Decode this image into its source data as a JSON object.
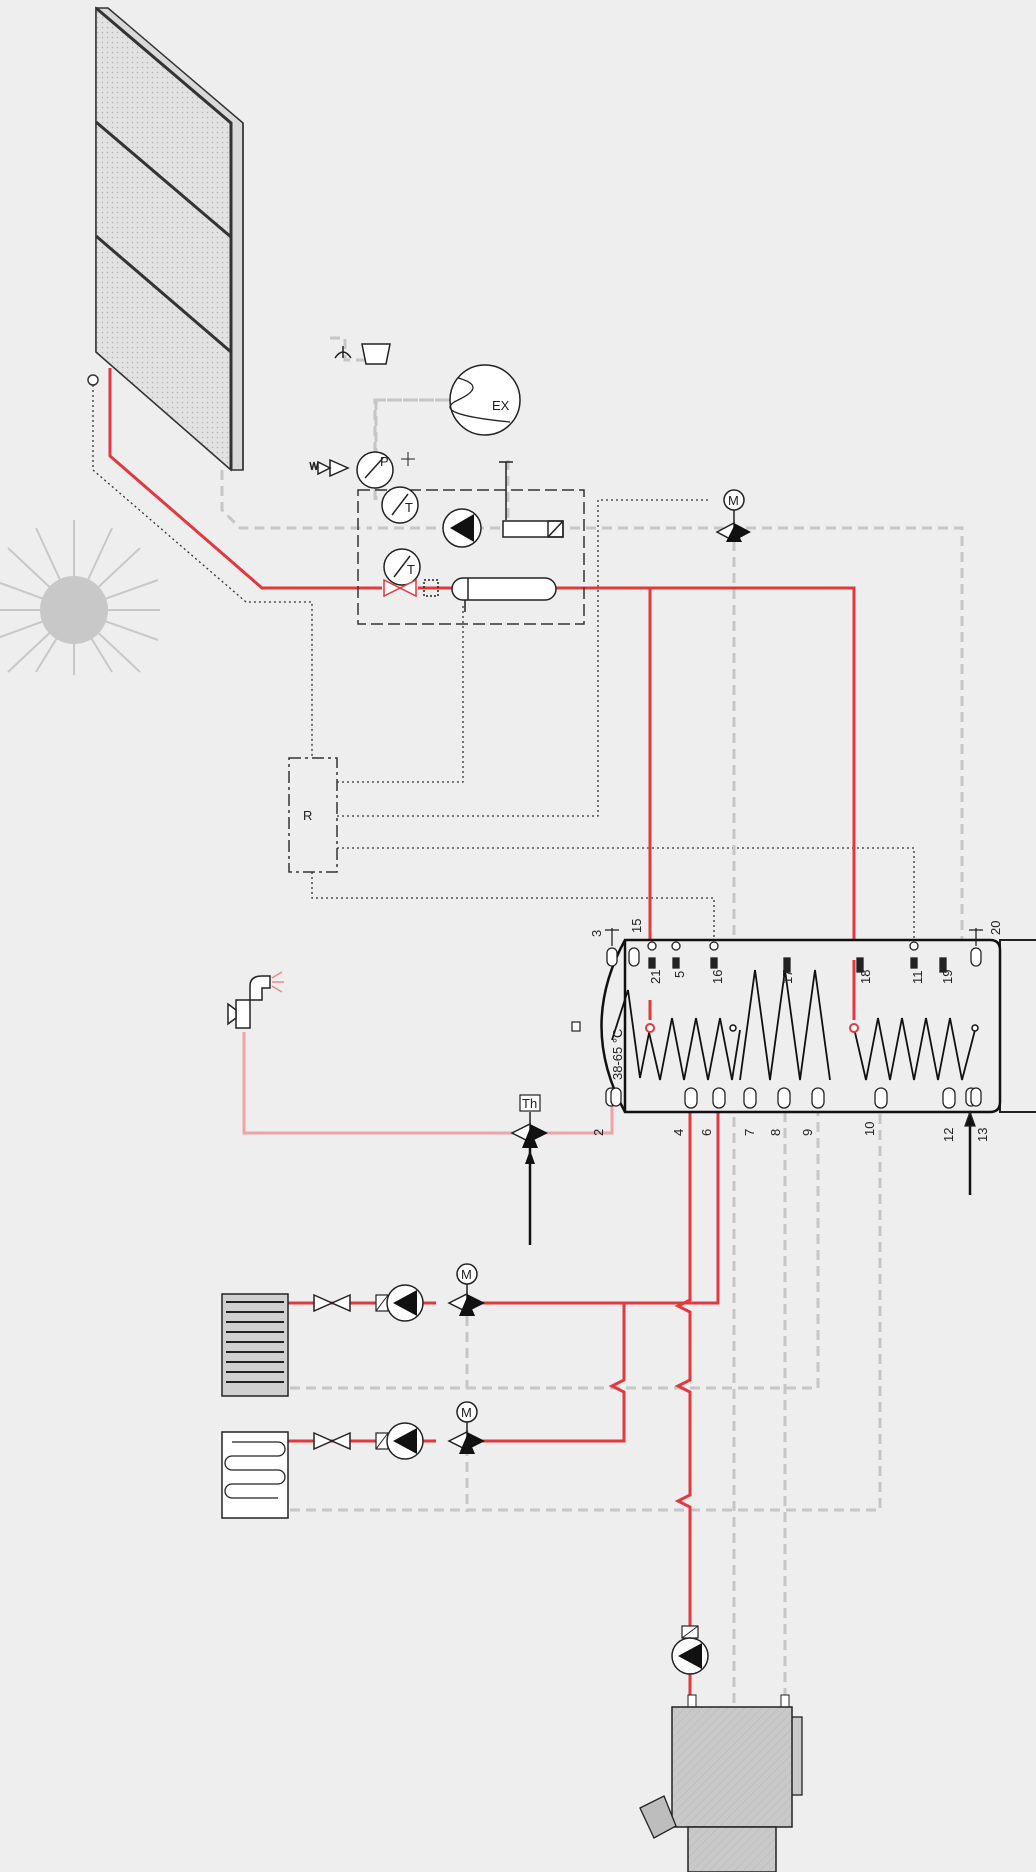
{
  "colors": {
    "background": "#eeeeee",
    "hot": "#e03a3e",
    "hot_light": "#f0a3a5",
    "return": "#c6c6c6",
    "ink": "#111111"
  },
  "controller": {
    "label": "R"
  },
  "expansion": {
    "label": "EX"
  },
  "station": {
    "temp_label_1": "T",
    "temp_label_2": "T",
    "pressure_label": "P"
  },
  "motor_label": "M",
  "thermostat_label": "Th",
  "tank": {
    "temp_label": "38-65 °C",
    "top_ports": [
      "3",
      "15",
      "21",
      "5",
      "16",
      "17",
      "18",
      "11",
      "19",
      "20"
    ],
    "bottom_ports": [
      "2",
      "4",
      "6",
      "7",
      "8",
      "9",
      "10",
      "12",
      "13"
    ]
  },
  "icons": [
    "sun-icon",
    "solar-collector-icon",
    "pump-icon",
    "mixing-valve-icon",
    "radiator-icon",
    "floor-heating-icon",
    "boiler-icon",
    "tap-icon",
    "safety-valve-icon",
    "drain-funnel-icon"
  ]
}
